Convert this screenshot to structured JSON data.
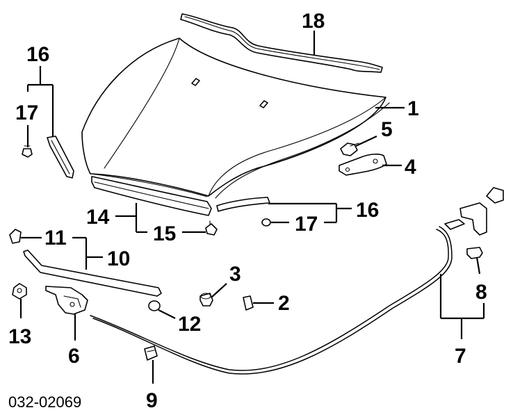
{
  "diagram": {
    "callouts": {
      "c1": "1",
      "c2": "2",
      "c3": "3",
      "c4": "4",
      "c5": "5",
      "c6": "6",
      "c7": "7",
      "c8": "8",
      "c9": "9",
      "c10": "10",
      "c11": "11",
      "c12": "12",
      "c13": "13",
      "c14": "14",
      "c15": "15",
      "c16a": "16",
      "c16b": "16",
      "c17a": "17",
      "c17b": "17",
      "c18": "18"
    },
    "diagram_code": "032-02069"
  }
}
